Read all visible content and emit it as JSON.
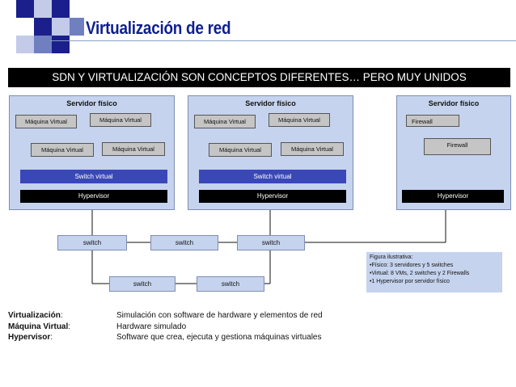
{
  "title": "Virtualización de red",
  "banner": "SDN Y VIRTUALIZACIÓN SON CONCEPTOS DIFERENTES… PERO MUY UNIDOS",
  "colors": {
    "title": "#0f1f8f",
    "server_bg": "#c5d3ee",
    "vm_bg": "#c5c5c5",
    "virtual_switch": "#3a47b8",
    "hypervisor": "#000000",
    "deco_dark": "#1b1f8c",
    "deco_mid": "#6f7fc0",
    "deco_light": "#c3cbe8"
  },
  "servers": [
    {
      "label": "Servidor físico",
      "vms": [
        "Máquina Virtual",
        "Máquina Virtual",
        "Máquina Virtual",
        "Máquina Virtual"
      ],
      "switch": "Switch virtual",
      "hypervisor": "Hypervisor"
    },
    {
      "label": "Servidor físico",
      "vms": [
        "Máquina Virtual",
        "Máquina Virtual",
        "Máquina Virtual",
        "Máquina Virtual"
      ],
      "switch": "Switch virtual",
      "hypervisor": "Hypervisor"
    },
    {
      "label": "Servidor físico",
      "firewalls": [
        "Firewall",
        "Firewall"
      ],
      "hypervisor": "Hypervisor"
    }
  ],
  "physical_switches": [
    "switch",
    "switch",
    "switch",
    "switch",
    "switch"
  ],
  "note": {
    "title": "Figura ilustrativa:",
    "lines": [
      "•Físico: 3 servidores y 5 switches",
      "•Virtual: 8 VMs, 2 switches y 2 Firewalls",
      "•1 Hypervisor por servidor físico"
    ]
  },
  "definitions": [
    {
      "term": "Virtualización",
      "desc": "Simulación con software de hardware  y elementos de red"
    },
    {
      "term": "Máquina Virtual",
      "desc": "Hardware simulado"
    },
    {
      "term": "Hypervisor",
      "desc": "Software que crea, ejecuta y gestiona máquinas virtuales"
    }
  ]
}
